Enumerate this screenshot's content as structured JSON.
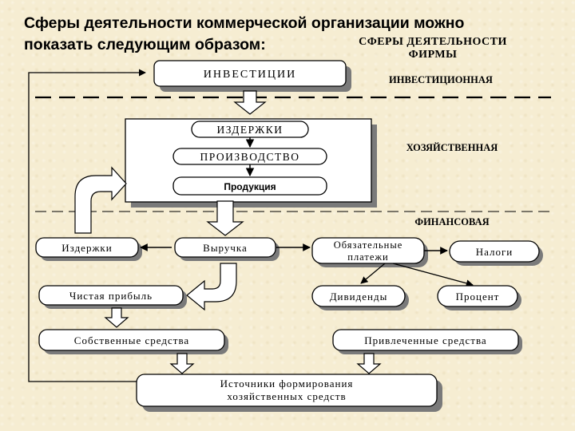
{
  "slide": {
    "title_line1": "Сферы деятельности коммерческой организации можно",
    "title_line2": "показать следующим образом:"
  },
  "diagram": {
    "heading_line1": "СФЕРЫ ДЕЯТЕЛЬНОСТИ",
    "heading_line2": "ФИРМЫ",
    "spheres": {
      "investment": "ИНВЕСТИЦИОННАЯ",
      "economic": "ХОЗЯЙСТВЕННАЯ",
      "financial": "ФИНАНСОВАЯ"
    },
    "boxes": {
      "investments": "ИНВЕСТИЦИИ",
      "costs_upper": "ИЗДЕРЖКИ",
      "production": "ПРОИЗВОДСТВО",
      "product": "Продукция",
      "costs": "Издержки",
      "revenue": "Выручка",
      "mandatory_line1": "Обязательные",
      "mandatory_line2": "платежи",
      "taxes": "Налоги",
      "net_profit": "Чистая прибыль",
      "dividends": "Дивиденды",
      "interest": "Процент",
      "own_funds": "Собственные средства",
      "borrowed_funds": "Привлеченные средства",
      "sources_line1": "Источники формирования",
      "sources_line2": "хозяйственных средств"
    }
  }
}
